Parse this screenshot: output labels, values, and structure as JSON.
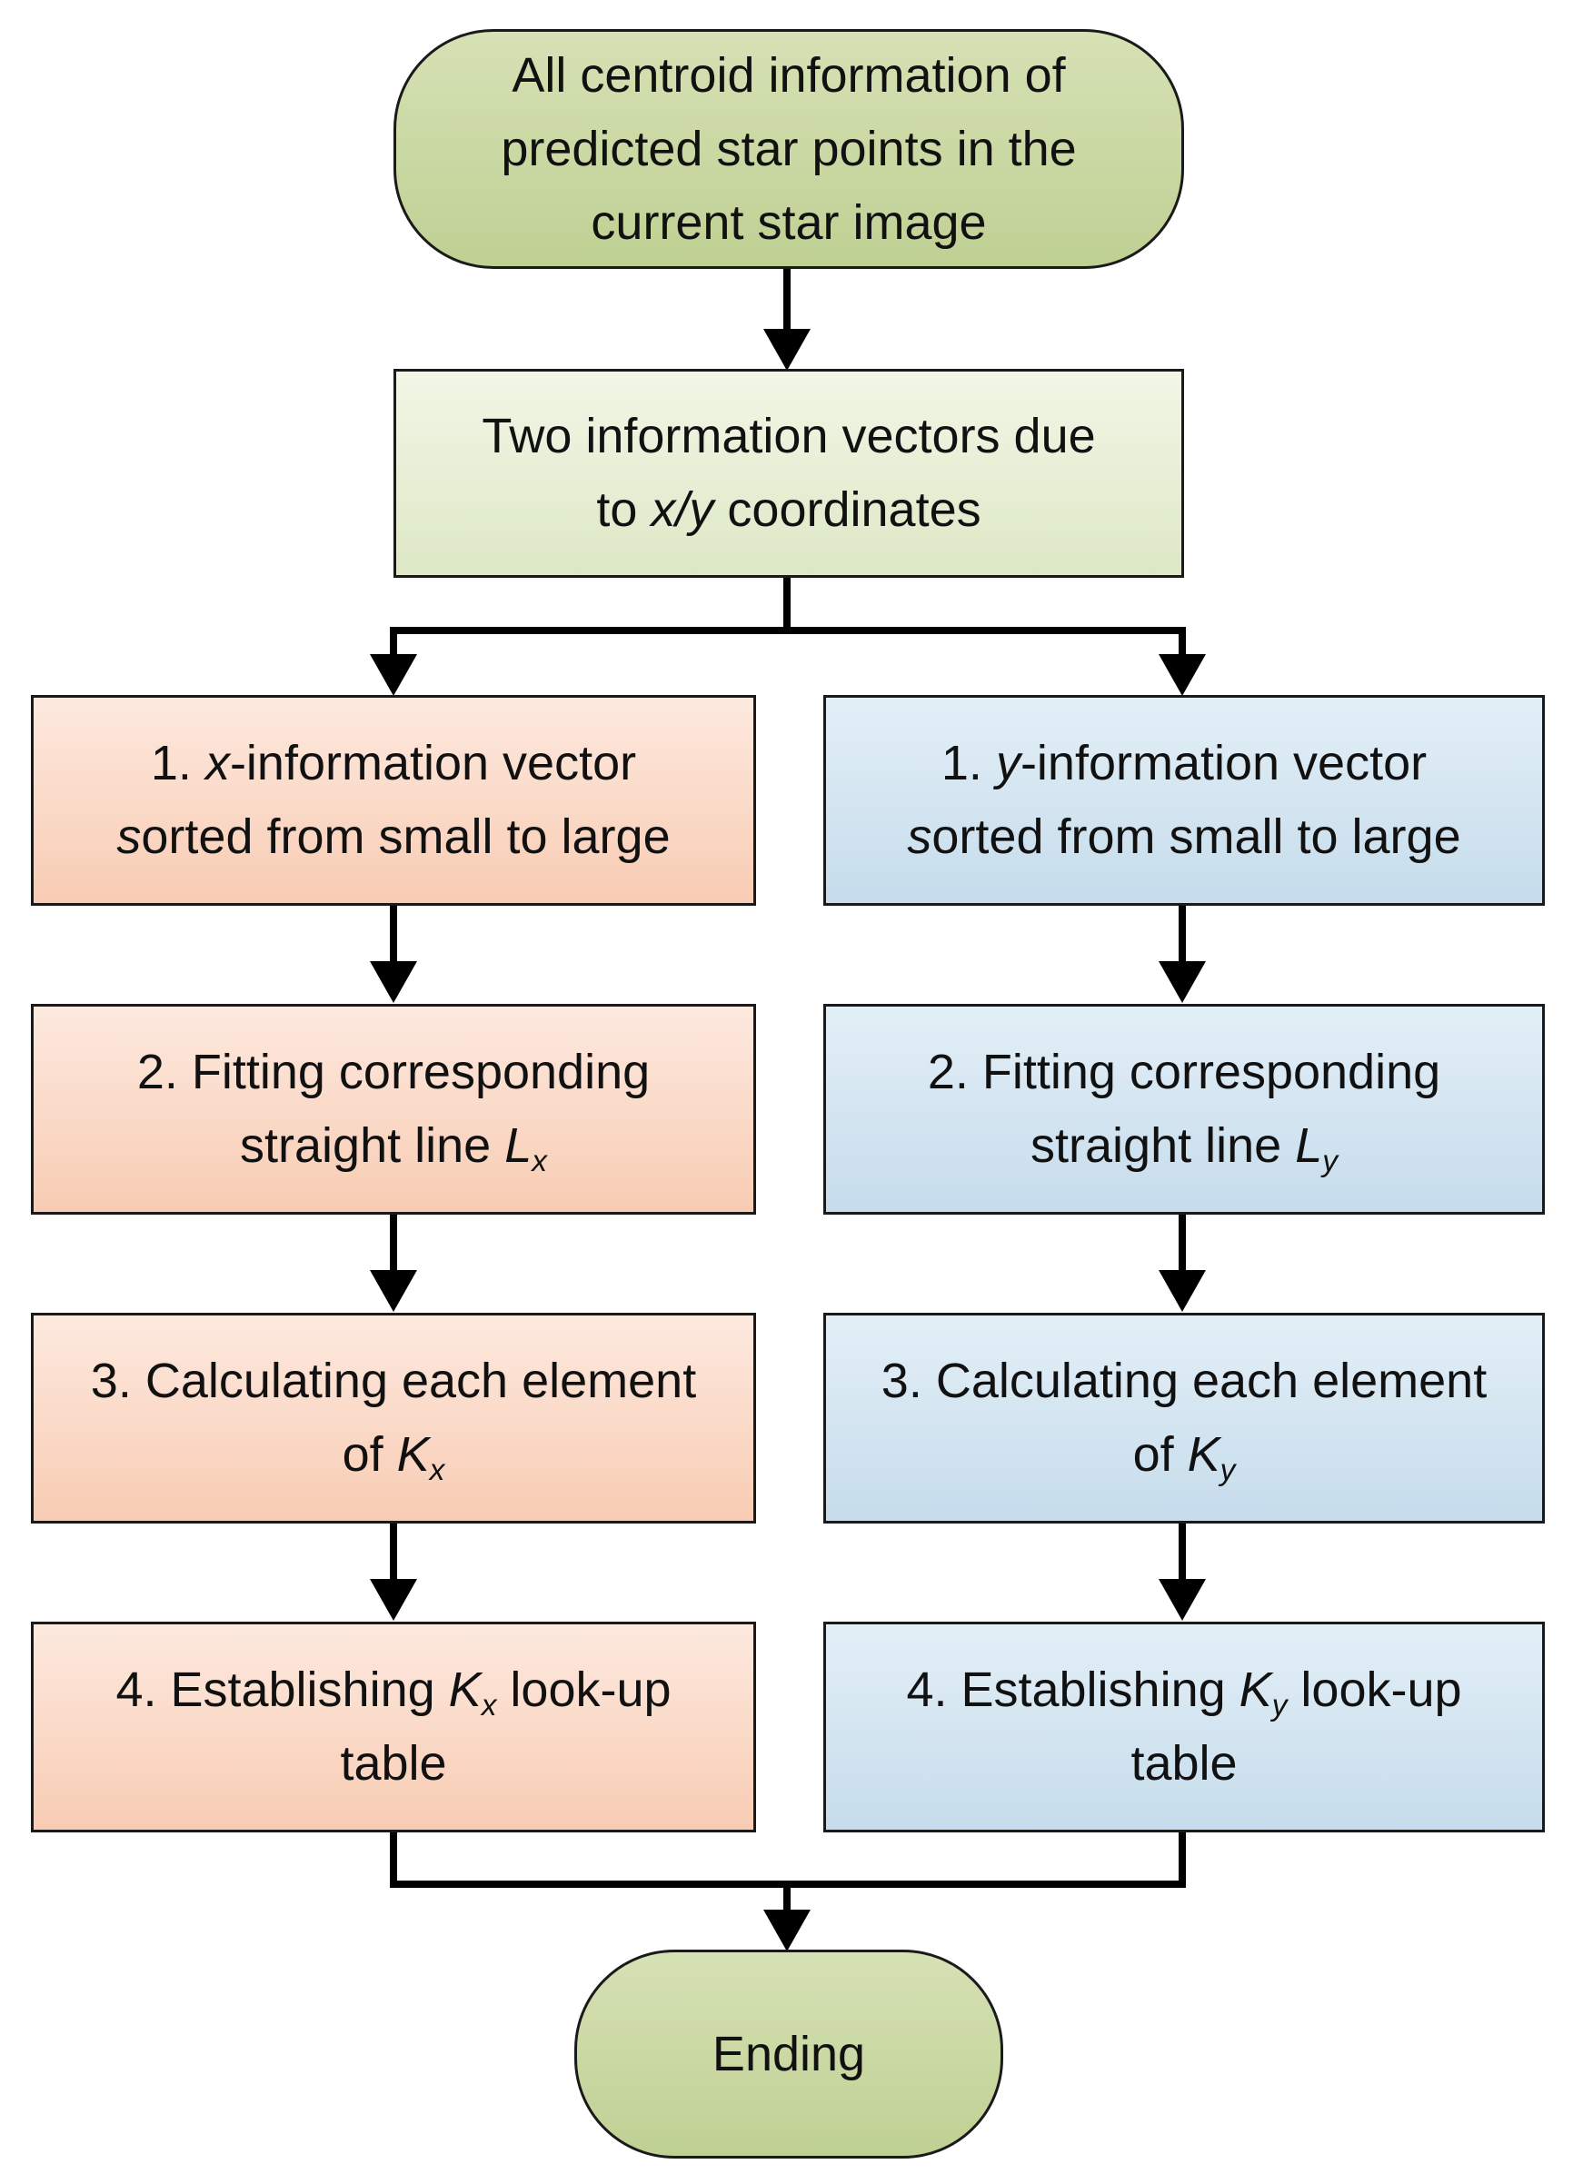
{
  "nodes": {
    "start": {
      "line1": "All centroid information of",
      "line2": "predicted star points  in the",
      "line3": "current star image"
    },
    "vectors": {
      "line1": "Two information vectors due",
      "line2_pre": "to ",
      "line2_var": "x/y",
      "line2_post": " coordinates"
    },
    "x1": {
      "num": "1. ",
      "var": "x",
      "rest": "-information vector",
      "line2_var": "s",
      "line2": "orted from small to large"
    },
    "y1": {
      "num": "1. ",
      "var": "y",
      "rest": "-information vector",
      "line2_var": "s",
      "line2": "orted from small to large"
    },
    "x2": {
      "line1": "2. Fitting corresponding",
      "line2": "straight line ",
      "var": "L",
      "sub": "x"
    },
    "y2": {
      "line1": "2. Fitting corresponding",
      "line2": "straight line ",
      "var": "L",
      "sub": "y"
    },
    "x3": {
      "line1": "3. Calculating each element",
      "line2": "of ",
      "var": "K",
      "sub": "x"
    },
    "y3": {
      "line1": "3. Calculating each element",
      "line2": "of ",
      "var": "K",
      "sub": "y"
    },
    "x4": {
      "pre": "4. Establishing ",
      "var": "K",
      "sub": "x",
      "post": " look-up",
      "line2": "table"
    },
    "y4": {
      "pre": "4. Establishing ",
      "var": "K",
      "sub": "y",
      "post": " look-up",
      "line2": "table"
    },
    "end": {
      "label": "Ending"
    }
  },
  "colors": {
    "terminal": "#c8d7a3",
    "top_process": "#e9f0d8",
    "x_branch": "#fbd9c6",
    "y_branch": "#d5e6f2",
    "line": "#000000"
  }
}
